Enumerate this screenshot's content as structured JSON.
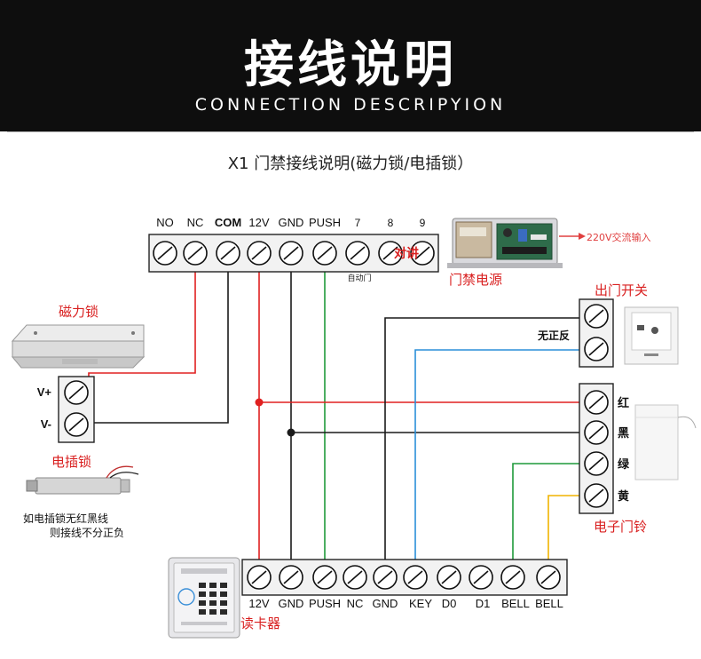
{
  "header": {
    "title": "接线说明",
    "subtitle": "CONNECTION DESCRIPYION"
  },
  "diagram": {
    "title": "X1 门禁接线说明(磁力锁/电插锁）",
    "power_terminals": [
      "NO",
      "NC",
      "COM",
      "12V",
      "GND",
      "PUSH",
      "7",
      "8",
      "9"
    ],
    "intercom_label": "对讲",
    "auto_door_label": "自动门",
    "power_supply_label": "门禁电源",
    "ac_input_label": "220V交流输入",
    "maglock_label": "磁力锁",
    "maglock_terms": [
      "V+",
      "V-"
    ],
    "bolt_lock_label": "电插锁",
    "bolt_note_1": "如电插锁无红黑线",
    "bolt_note_2": "则接线不分正负",
    "exit_button_label": "出门开关",
    "no_polarity_label": "无正反",
    "doorbell_label": "电子门铃",
    "doorbell_wire_colors": [
      "红",
      "黑",
      "绿",
      "黄"
    ],
    "reader_label": "读卡器",
    "reader_terminals": [
      "12V",
      "GND",
      "PUSH",
      "NC",
      "GND",
      "KEY",
      "D0",
      "D1",
      "BELL",
      "BELL"
    ]
  },
  "colors": {
    "red_wire": "#e02020",
    "black_wire": "#1a1a1a",
    "green_wire": "#1f9a3a",
    "blue_wire": "#2a8fd8",
    "yellow_wire": "#f0b400",
    "label_red": "#d92020"
  }
}
